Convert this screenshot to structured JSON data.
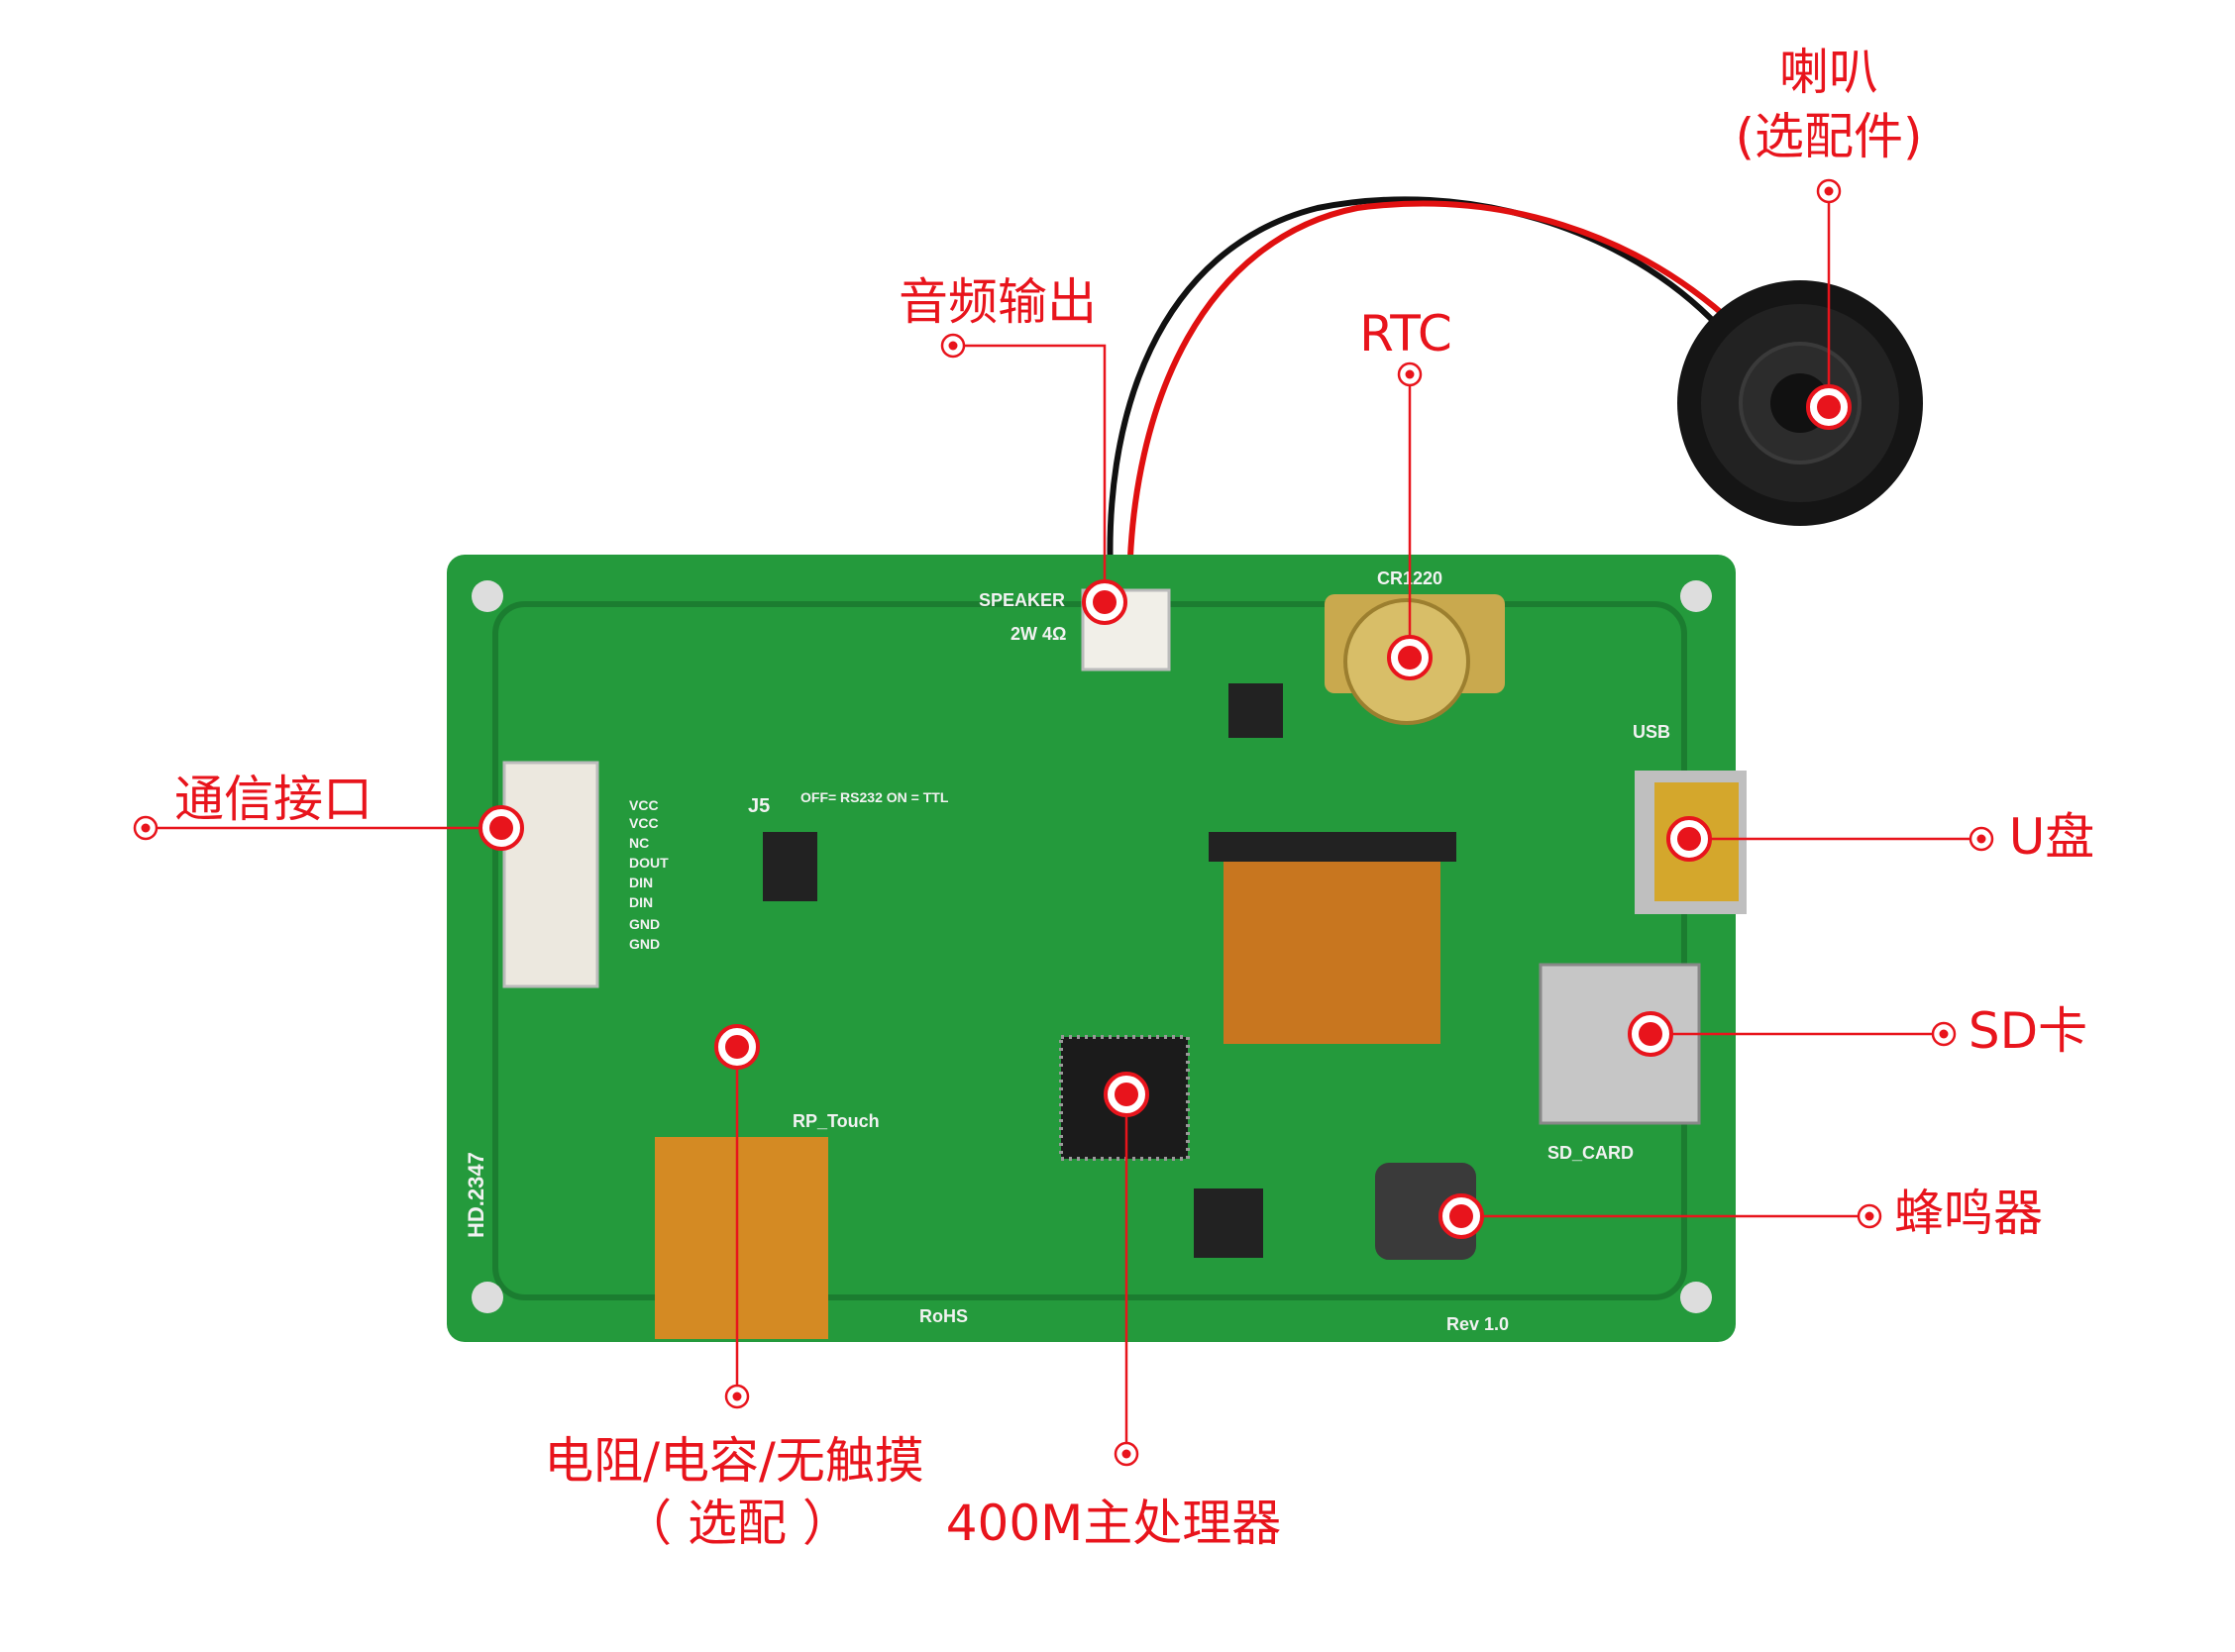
{
  "colors": {
    "accent": "#e8141c",
    "board": "#249a3c",
    "board_dark": "#1b7d30"
  },
  "callouts": {
    "speaker": "喇叭",
    "speaker_sub": "(选配件)",
    "audio_out": "音频输出",
    "rtc": "RTC",
    "comm_interface": "通信接口",
    "usb_disk": "U盘",
    "sd_card": "SD卡",
    "buzzer": "蜂鸣器",
    "touch_option": "电阻/电容/无触摸",
    "touch_option_sub": "（ 选配 ）",
    "cpu": "400M主处理器"
  },
  "silkscreen": {
    "speaker": "SPEAKER",
    "speaker_spec": "2W 4Ω",
    "battery": "CR1220",
    "usb": "USB",
    "sd": "SD_CARD",
    "rp_touch": "RP_Touch",
    "rev": "Rev 1.0",
    "rohs": "RoHS",
    "model": "HD.2347",
    "j5": "J5",
    "mode": "OFF= RS232 ON = TTL",
    "pins": [
      "VCC",
      "VCC",
      "NC",
      "DOUT",
      "DIN",
      "DIN",
      "GND",
      "GND"
    ]
  }
}
